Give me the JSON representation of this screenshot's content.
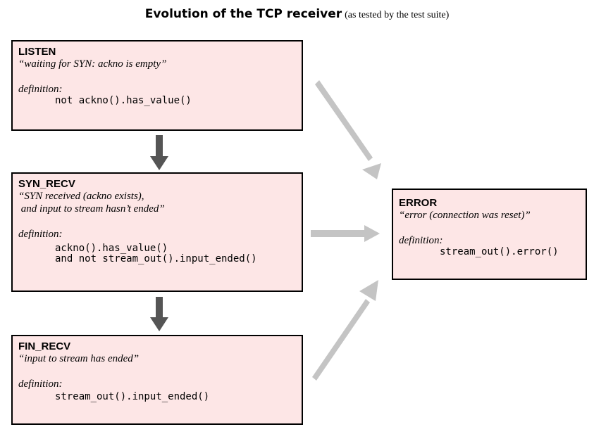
{
  "title": {
    "main": "Evolution of the TCP receiver",
    "sub": "(as tested by the test suite)"
  },
  "states": {
    "listen": {
      "name": "LISTEN",
      "description": "“waiting for SYN: ackno is empty”",
      "definition_label": "definition:",
      "code": [
        "not ackno().has_value()"
      ]
    },
    "syn_recv": {
      "name": "SYN_RECV",
      "description": "“SYN received (ackno exists),\n and input to stream hasn’t ended”",
      "definition_label": "definition:",
      "code": [
        "ackno().has_value()",
        "and not stream_out().input_ended()"
      ]
    },
    "fin_recv": {
      "name": "FIN_RECV",
      "description": "“input to stream has ended”",
      "definition_label": "definition:",
      "code": [
        "stream_out().input_ended()"
      ]
    },
    "error": {
      "name": "ERROR",
      "description": "“error (connection was reset)”",
      "definition_label": "definition:",
      "code": [
        "stream_out().error()"
      ]
    }
  },
  "colors": {
    "box_fill": "#fde6e6",
    "dark_arrow": "#555555",
    "light_arrow": "#c4c4c4"
  }
}
